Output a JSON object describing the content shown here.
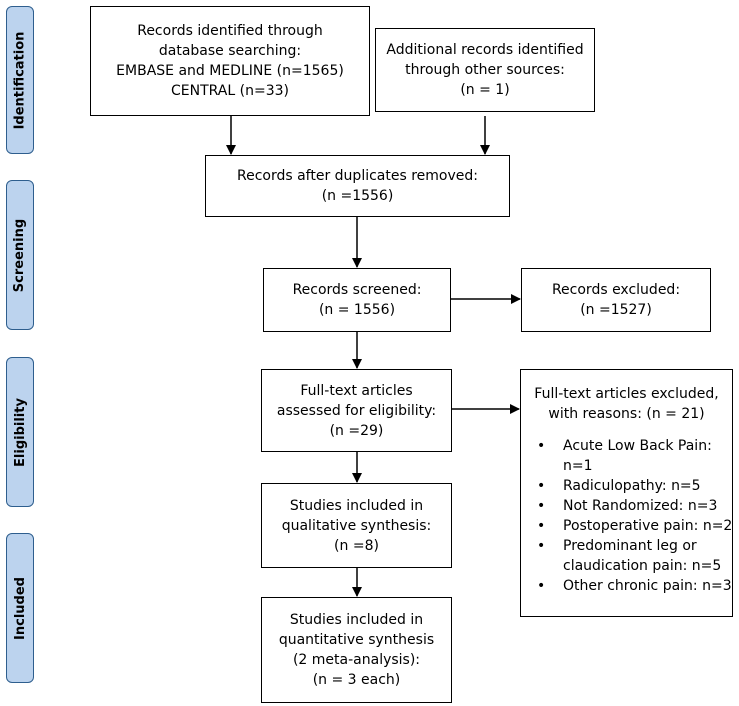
{
  "phases": {
    "identification": "Identification",
    "screening": "Screening",
    "eligibility": "Eligibility",
    "included": "Included"
  },
  "boxes": {
    "db_search": [
      "Records identified through",
      "database searching:",
      "EMBASE and MEDLINE (n=1565)",
      "CENTRAL (n=33)"
    ],
    "other_sources": [
      "Additional records identified",
      "through other sources:",
      "(n = 1)"
    ],
    "after_duplicates": [
      "Records after duplicates removed:",
      "(n =1556)"
    ],
    "screened": [
      "Records screened:",
      "(n = 1556)"
    ],
    "excluded": [
      "Records excluded:",
      "(n =1527)"
    ],
    "fulltext": [
      "Full-text articles",
      "assessed for eligibility:",
      "(n =29)"
    ],
    "qualitative": [
      "Studies included in",
      "qualitative synthesis:",
      "(n =8)"
    ],
    "quantitative": [
      "Studies included in",
      "quantitative synthesis",
      "(2 meta-analysis):",
      "(n = 3 each)"
    ]
  },
  "fulltext_excluded": {
    "header": [
      "Full-text articles excluded,",
      "with reasons: (n = 21)"
    ],
    "reasons": [
      [
        "Acute Low Back Pain:",
        "n=1"
      ],
      [
        "Radiculopathy: n=5"
      ],
      [
        "Not Randomized: n=3"
      ],
      [
        "Postoperative pain: n=2"
      ],
      [
        "Predominant leg or",
        "claudication pain: n=5"
      ],
      [
        "Other chronic pain: n=3"
      ]
    ]
  },
  "colors": {
    "phase_fill": "#bcd3ee",
    "phase_border": "#2e5e8e",
    "box_border": "#000000"
  }
}
